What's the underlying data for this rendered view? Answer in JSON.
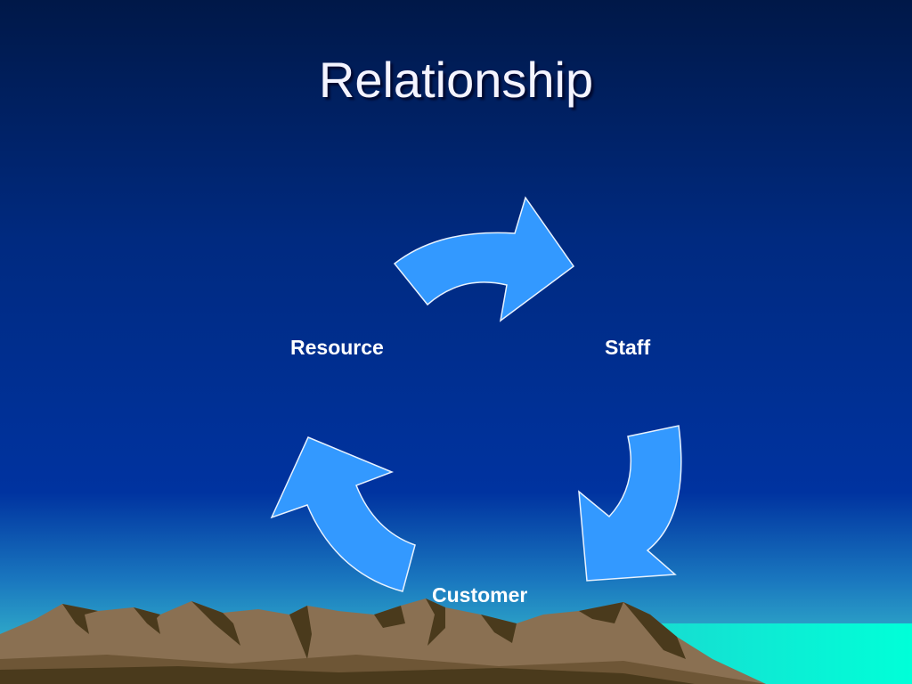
{
  "slide": {
    "title": "Relationship"
  },
  "cycle": {
    "nodes": [
      {
        "label": "Resource"
      },
      {
        "label": "Staff"
      },
      {
        "label": "Customer"
      }
    ],
    "arrow_color": "#3399ff",
    "arrow_outline": "#e8f2ff"
  },
  "background": {
    "sky_top": "#001848",
    "sky_mid": "#0033a0",
    "sky_low": "#2aa7c8",
    "sea": "#00f2d6",
    "mountain": "#8a7052",
    "mountain_shadow": "#4a3a1c"
  }
}
